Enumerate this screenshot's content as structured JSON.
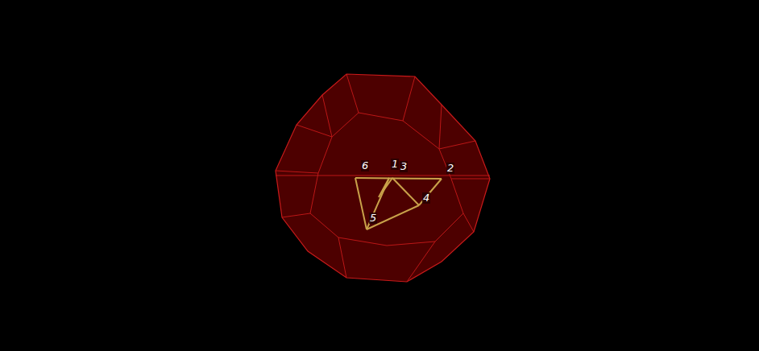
{
  "diagram": {
    "labels": [
      "6",
      "1",
      "3",
      "2",
      "4",
      "5"
    ]
  }
}
